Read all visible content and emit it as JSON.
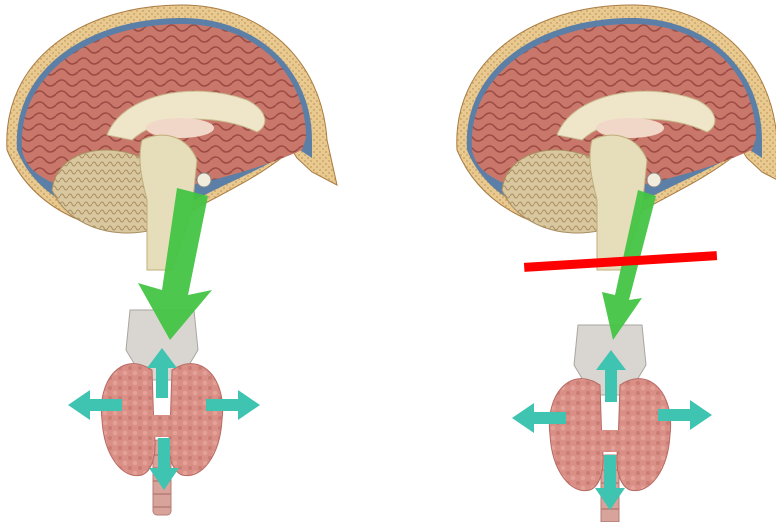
{
  "colors": {
    "background": "#ffffff",
    "skull": "#e8c98f",
    "skull_dots": "#c79a5a",
    "meninges": "#5b7fa6",
    "cortex": "#c9776a",
    "cortex_fold": "#9b4b44",
    "corpus_callosum": "#efe6c9",
    "brainstem": "#e6ddba",
    "cerebellum": "#d9c7a0",
    "thyroid": "#d98f86",
    "thyroid_shade": "#b86a63",
    "cartilage": "#d9d6d1",
    "trachea": "#d7a39b",
    "signal_arrow": "#43c443",
    "output_arrow": "#3ec4b0",
    "cut_line": "#ff0000"
  },
  "panels": [
    {
      "id": "left",
      "state": "intact",
      "arrow_strength": "strong"
    },
    {
      "id": "right",
      "state": "severed",
      "arrow_strength": "weak",
      "cut": true
    }
  ],
  "icons": {
    "signal_arrow": "down-arrow-icon",
    "output_arrows": [
      "up-arrow-icon",
      "left-arrow-icon",
      "right-arrow-icon",
      "down-arrow-icon"
    ]
  }
}
